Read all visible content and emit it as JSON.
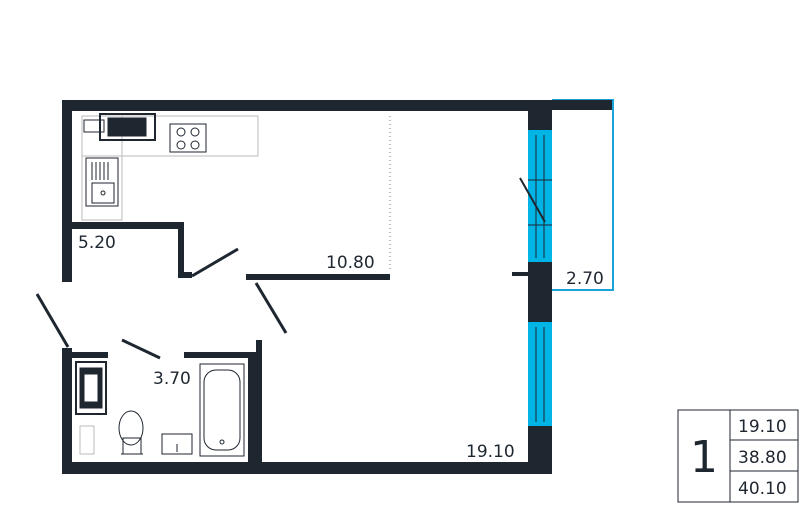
{
  "colors": {
    "wall": "#1e2630",
    "window": "#00b4e6",
    "balcony_outline": "#1aa3d9",
    "fixture": "#1e2630"
  },
  "rooms": {
    "kitchen_area": "5.20",
    "living_area": "10.80",
    "hall_area": "3.70",
    "balcony_area": "2.70",
    "total_room_area": "19.10"
  },
  "summary": {
    "rooms_count": "1",
    "living": "19.10",
    "total": "38.80",
    "total_with_balcony": "40.10"
  }
}
